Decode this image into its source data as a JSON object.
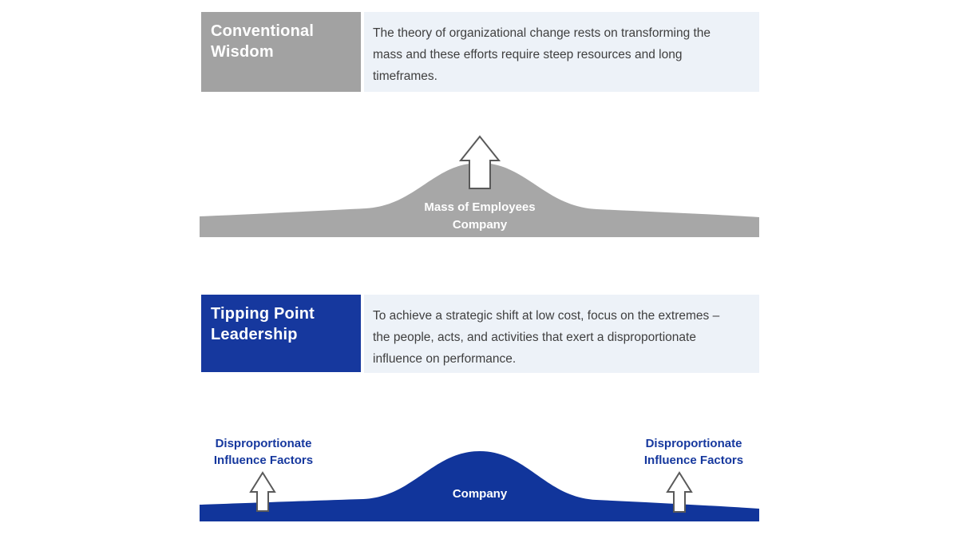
{
  "colors": {
    "gray_box": "#a2a2a2",
    "gray_hill": "#a7a7a7",
    "blue_box": "#16389e",
    "blue_hill": "#11359b",
    "panel_bg": "#edf2f8",
    "factor_text": "#16389e"
  },
  "conventional": {
    "title": "Conventional Wisdom",
    "description": "The theory of organizational change rests on transforming the mass and these efforts require steep resources and long timeframes.",
    "hill_label_line1": "Mass of Employees",
    "hill_label_line2": "Company"
  },
  "tipping": {
    "title": "Tipping Point Leadership",
    "description": "To achieve a strategic shift at low cost, focus on the extremes – the people, acts, and activities that exert a disproportionate influence on performance.",
    "left_factor_line1": "Disproportionate",
    "left_factor_line2": "Influence Factors",
    "right_factor_line1": "Disproportionate",
    "right_factor_line2": "Influence Factors",
    "hill_label": "Company"
  }
}
